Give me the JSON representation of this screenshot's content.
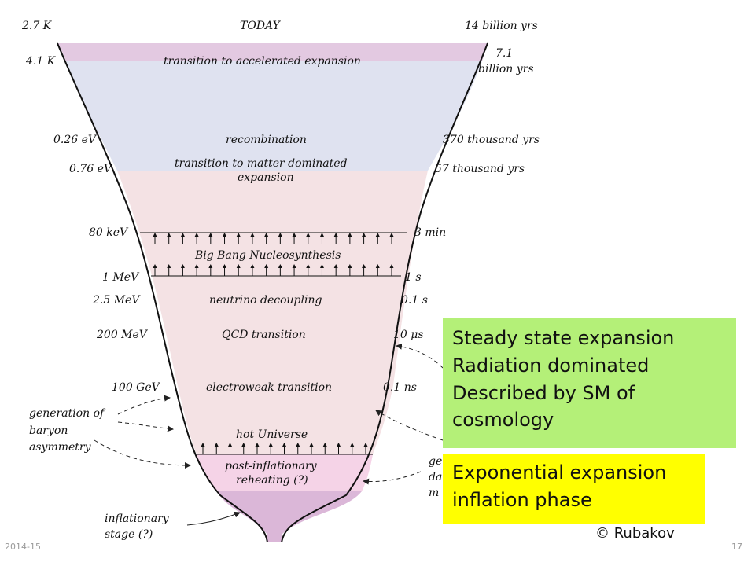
{
  "colors": {
    "today_band": "#e3c9e1",
    "dark_energy_band": "#dfe2f0",
    "matter_rad_region": "#f4e2e4",
    "reheating_band": "#f5d3e7",
    "inflation_bulb": "#dbb7d8",
    "green_box": "#b4f078",
    "yellow_box": "#ffff00"
  },
  "rows": [
    {
      "left": "2.7 K",
      "center": "TODAY",
      "right": "14 billion yrs"
    },
    {
      "left": "4.1 K",
      "center": "transition to accelerated expansion",
      "right_line1": "7.1",
      "right_line2": "billion yrs"
    },
    {
      "left": "0.26 eV",
      "center": "recombination",
      "right": "370 thousand yrs"
    },
    {
      "left": "0.76 eV",
      "center_line1": "transition to matter dominated",
      "center_line2": "expansion",
      "right": "57 thousand yrs"
    },
    {
      "left": "80 keV",
      "right": "3 min"
    },
    {
      "center": "Big Bang Nucleosynthesis"
    },
    {
      "left": "1 MeV",
      "right": "1 s"
    },
    {
      "left": "2.5 MeV",
      "center": "neutrino decoupling",
      "right": "0.1 s"
    },
    {
      "left": "200 MeV",
      "center": "QCD transition",
      "right": "10 μs"
    },
    {
      "left": "100 GeV",
      "center": "electroweak transition",
      "right": "0.1 ns"
    },
    {
      "center": "hot Universe"
    },
    {
      "center_line1": "post-inflationary",
      "center_line2": "reheating (?)"
    }
  ],
  "side_notes": {
    "baryon_line1": "generation of",
    "baryon_line2": "baryon",
    "baryon_line3": "asymmetry",
    "dark_line1": "ge",
    "dark_line2": "da",
    "dark_line3": "m",
    "inflation_line1": "inflationary",
    "inflation_line2": "stage (?)"
  },
  "green_box": {
    "line1": "Steady state expansion",
    "line2": "Radiation dominated",
    "line3": "Described by SM of",
    "line4": "cosmology"
  },
  "yellow_box": {
    "line1": "Exponential expansion",
    "line2": "inflation phase"
  },
  "credit": "© Rubakov",
  "footer": {
    "left": "2014-15",
    "right": "17"
  }
}
